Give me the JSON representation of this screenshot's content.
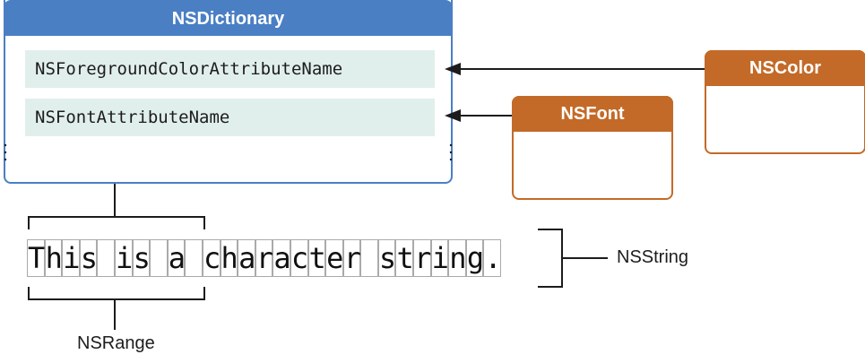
{
  "dictionary": {
    "title": "NSDictionary",
    "keys": [
      "NSForegroundColorAttributeName",
      "NSFontAttributeName"
    ]
  },
  "attributes": {
    "color_title": "NSColor",
    "font_title": "NSFont"
  },
  "string": {
    "text": "This is a character string.",
    "label": "NSString"
  },
  "range": {
    "label": "NSRange"
  },
  "colors": {
    "dictionary": "#4a7fc4",
    "attribute": "#c36a28",
    "key_fill": "#e1efec"
  }
}
